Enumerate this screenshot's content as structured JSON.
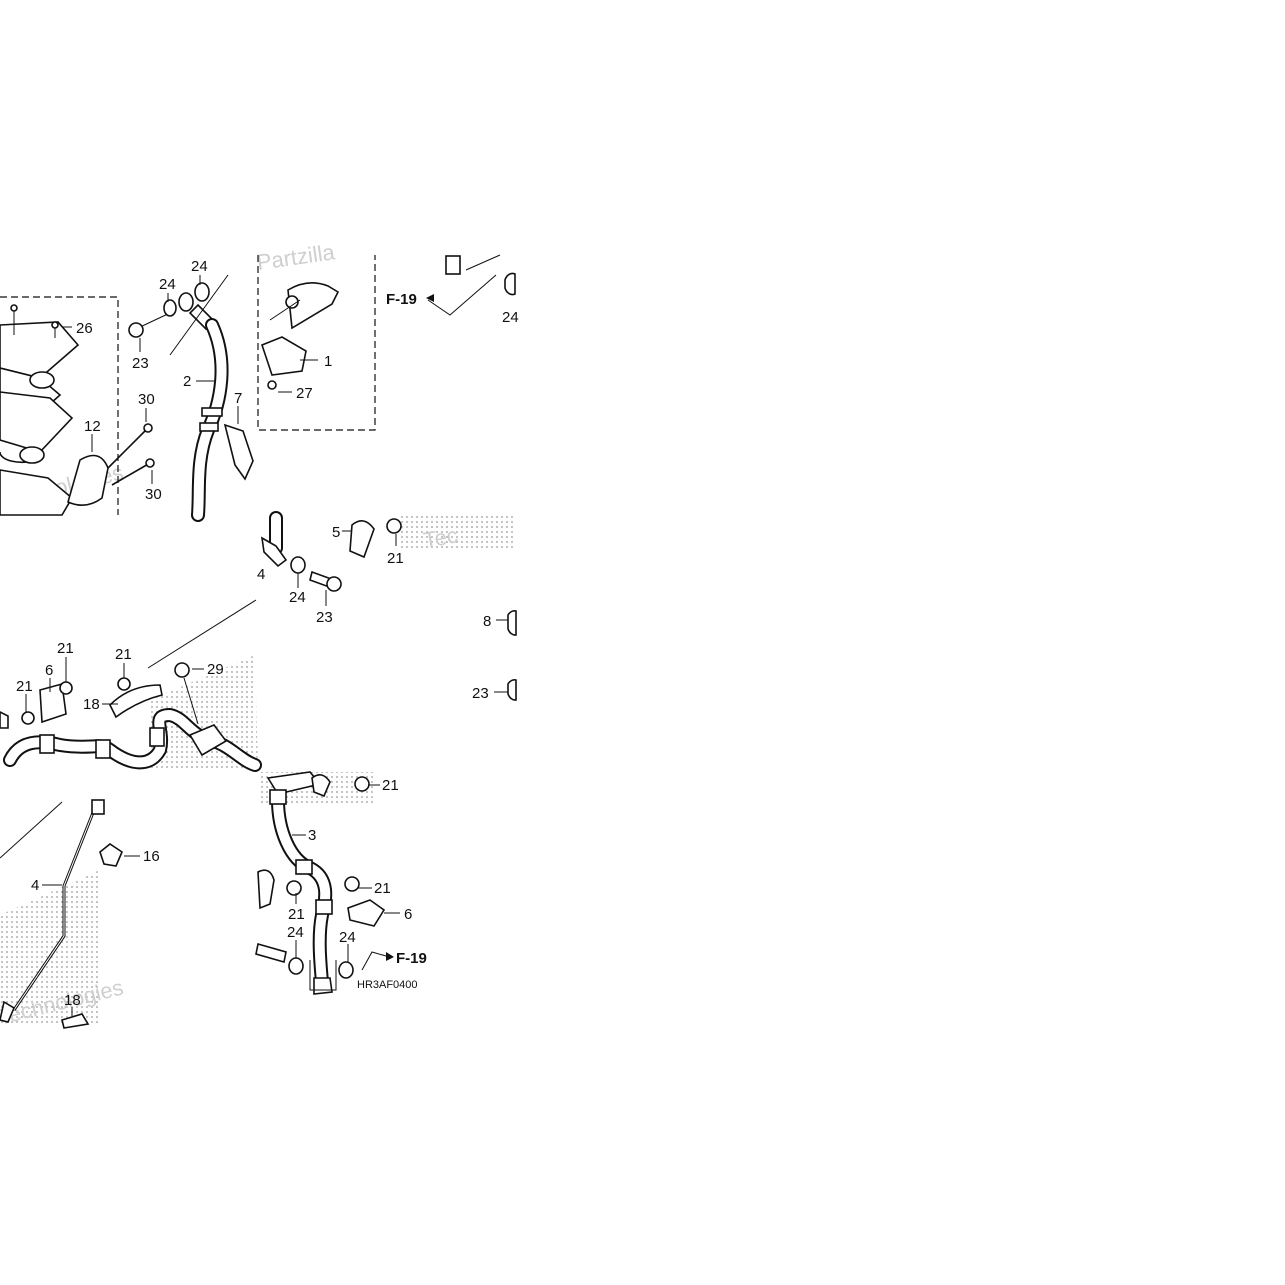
{
  "diagram": {
    "code": "HR3AF0400",
    "reference": "F-19",
    "watermark_fragments": [
      "Partzilla",
      "Technologies",
      "Tec"
    ],
    "labels": [
      {
        "id": "l26",
        "text": "26"
      },
      {
        "id": "l24a",
        "text": "24"
      },
      {
        "id": "l24b",
        "text": "24"
      },
      {
        "id": "l23a",
        "text": "23"
      },
      {
        "id": "l2",
        "text": "2"
      },
      {
        "id": "l30a",
        "text": "30"
      },
      {
        "id": "l12",
        "text": "12"
      },
      {
        "id": "l30b",
        "text": "30"
      },
      {
        "id": "l7",
        "text": "7"
      },
      {
        "id": "l1",
        "text": "1"
      },
      {
        "id": "l27",
        "text": "27"
      },
      {
        "id": "l24c",
        "text": "24"
      },
      {
        "id": "l5",
        "text": "5"
      },
      {
        "id": "l21a",
        "text": "21"
      },
      {
        "id": "l4a",
        "text": "4"
      },
      {
        "id": "l24d",
        "text": "24"
      },
      {
        "id": "l23b",
        "text": "23"
      },
      {
        "id": "l8",
        "text": "8"
      },
      {
        "id": "l23c",
        "text": "23"
      },
      {
        "id": "l21b",
        "text": "21"
      },
      {
        "id": "l21c",
        "text": "21"
      },
      {
        "id": "l6a",
        "text": "6"
      },
      {
        "id": "l21d",
        "text": "21"
      },
      {
        "id": "l29",
        "text": "29"
      },
      {
        "id": "l18a",
        "text": "18"
      },
      {
        "id": "l21e",
        "text": "21"
      },
      {
        "id": "l3",
        "text": "3"
      },
      {
        "id": "l16",
        "text": "16"
      },
      {
        "id": "l4b",
        "text": "4"
      },
      {
        "id": "l21f",
        "text": "21"
      },
      {
        "id": "l21g",
        "text": "21"
      },
      {
        "id": "l6b",
        "text": "6"
      },
      {
        "id": "l24e",
        "text": "24"
      },
      {
        "id": "l24f",
        "text": "24"
      },
      {
        "id": "l18b",
        "text": "18"
      }
    ]
  }
}
